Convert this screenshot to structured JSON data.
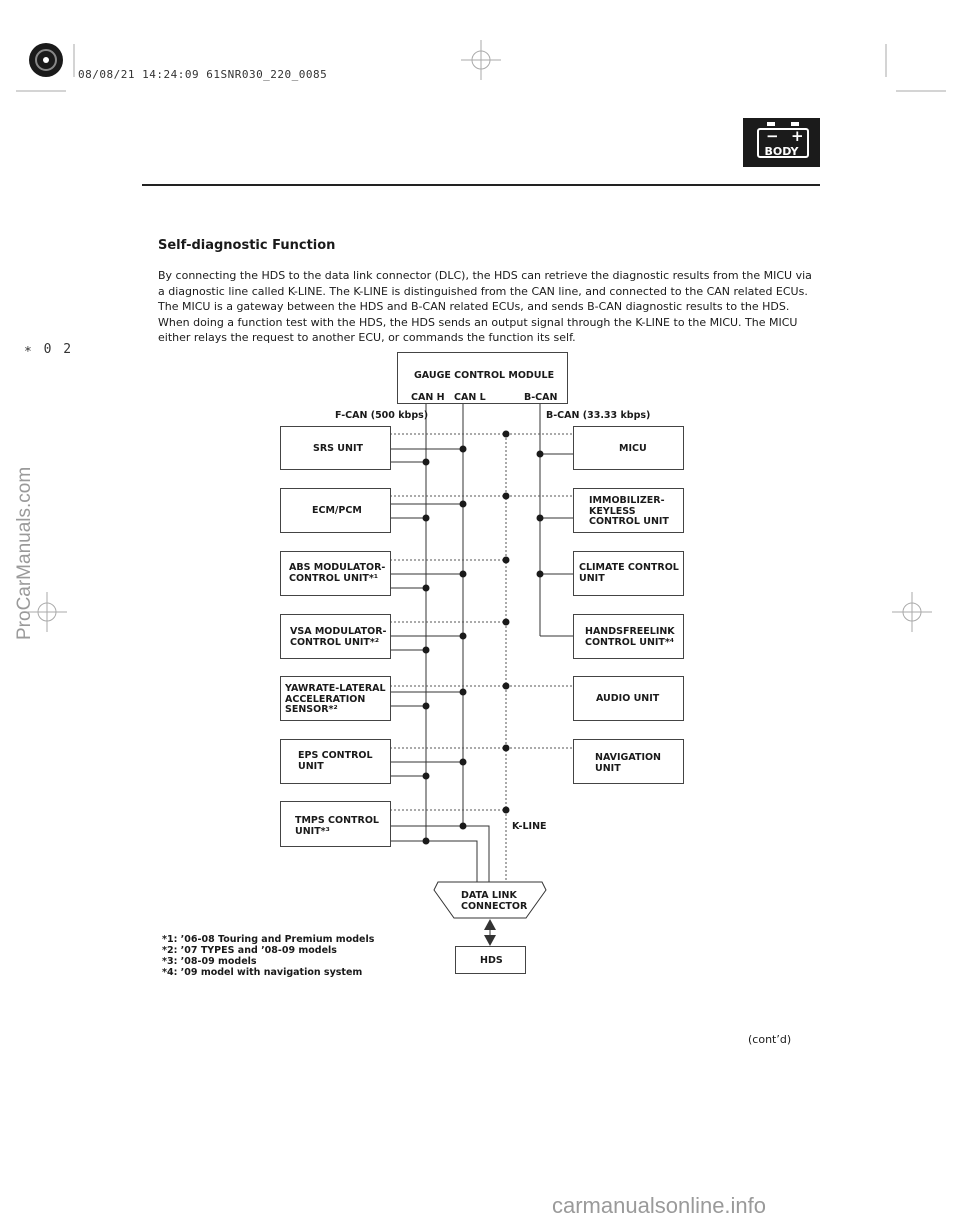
{
  "stamp": "08/08/21 14:24:09 61SNR030_220_0085",
  "side_mark": "∗ 0 2",
  "watermark_side": "ProCarManuals.com",
  "watermark_bottom": "carmanualsonline.info",
  "badge": {
    "minus": "−",
    "plus": "+",
    "label": "BODY",
    "icon": "battery-icon"
  },
  "section": {
    "title": "Self-diagnostic Function",
    "paragraphs": [
      "By connecting the HDS to the data link connector (DLC), the HDS can retrieve the diagnostic results from the MICU via a diagnostic line called K-LINE. The K-LINE is distinguished from the CAN line, and connected to the CAN related ECUs. The MICU is a gateway between the HDS and B-CAN related ECUs, and sends B-CAN diagnostic results to the HDS. When doing a function test with the HDS, the HDS sends an output signal through the K-LINE to the MICU. The MICU either relays the request to another ECU, or commands the function its self."
    ]
  },
  "diagram": {
    "gauge": {
      "title": "GAUGE CONTROL MODULE",
      "pins": [
        "CAN H",
        "CAN L",
        "B-CAN"
      ]
    },
    "fcan_label": "F-CAN (500 kbps)",
    "bcan_label": "B-CAN (33.33 kbps)",
    "kline_label": "K-LINE",
    "left_units": [
      "SRS UNIT",
      "ECM/PCM",
      "ABS MODULATOR-\nCONTROL UNIT*¹",
      "VSA MODULATOR-\nCONTROL UNIT*²",
      "YAWRATE-LATERAL\nACCELERATION\nSENSOR*²",
      "EPS CONTROL\nUNIT",
      "TMPS CONTROL\nUNIT*³"
    ],
    "right_units": [
      "MICU",
      "IMMOBILIZER-\nKEYLESS\nCONTROL UNIT",
      "CLIMATE CONTROL\nUNIT",
      "HANDSFREELINK\nCONTROL UNIT*⁴",
      "AUDIO UNIT",
      "NAVIGATION\nUNIT"
    ],
    "dlc": "DATA LINK\nCONNECTOR",
    "hds": "HDS"
  },
  "footnotes": [
    "*1: ’06-08 Touring and Premium models",
    "*2: ’07 TYPES and ’08-09 models",
    "*3: ’08-09 models",
    "*4: ’09 model with navigation system"
  ],
  "contd": "(cont’d)"
}
